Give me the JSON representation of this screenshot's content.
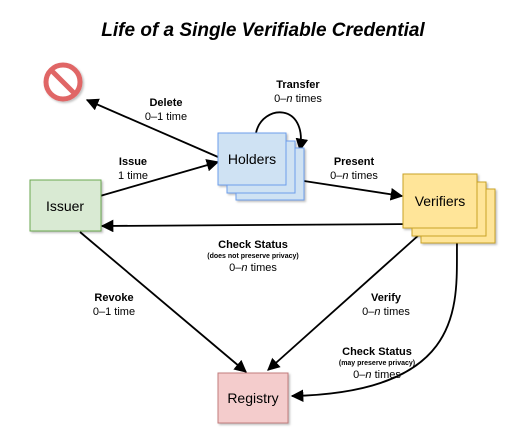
{
  "title": "Life of a Single Verifiable Credential",
  "nodes": {
    "issuer": {
      "label": "Issuer",
      "fill": "#d9ead3",
      "stroke": "#6aa84f"
    },
    "holders": {
      "label": "Holders",
      "fill": "#cfe2f3",
      "stroke": "#6d9eeb"
    },
    "verifiers": {
      "label": "Verifiers",
      "fill": "#ffe599",
      "stroke": "#c9a227"
    },
    "registry": {
      "label": "Registry",
      "fill": "#f4cccc",
      "stroke": "#c27b7b"
    },
    "deleted": {
      "icon": "prohibited-icon",
      "color": "#e06666"
    }
  },
  "edges": {
    "delete": {
      "action": "Delete",
      "count": "0–1 time"
    },
    "transfer": {
      "action": "Transfer",
      "count_prefix": "0–",
      "count_var": "n",
      "count_suffix": " times"
    },
    "issue": {
      "action": "Issue",
      "count": "1 time"
    },
    "present": {
      "action": "Present",
      "count_prefix": "0–",
      "count_var": "n",
      "count_suffix": " times"
    },
    "check_status_verifier": {
      "action": "Check Status",
      "note": "(does not preserve privacy)",
      "count_prefix": "0–",
      "count_var": "n",
      "count_suffix": " times"
    },
    "revoke": {
      "action": "Revoke",
      "count": "0–1 time"
    },
    "verify": {
      "action": "Verify",
      "count_prefix": "0–",
      "count_var": "n",
      "count_suffix": " times"
    },
    "check_status_registry": {
      "action": "Check Status",
      "note": "(may preserve privacy)",
      "count_prefix": "0–",
      "count_var": "n",
      "count_suffix": " times"
    }
  }
}
